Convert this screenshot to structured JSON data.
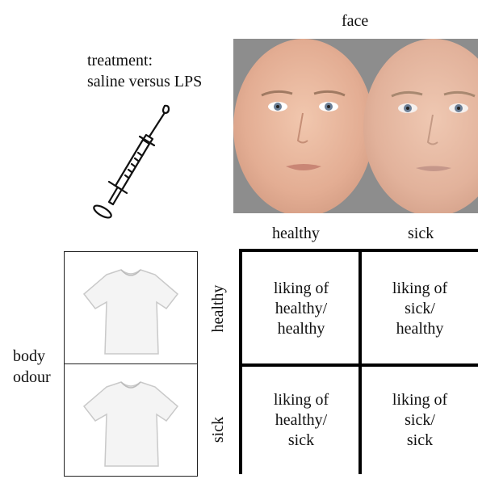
{
  "title_face": "face",
  "treatment_label": "treatment:\nsaline versus LPS",
  "face_conditions": [
    "healthy",
    "sick"
  ],
  "body_odour_label": "body\nodour",
  "odour_conditions": [
    "healthy",
    "sick"
  ],
  "cells": [
    [
      "liking of\nhealthy/\nhealthy",
      "liking of\nsick/\nhealthy"
    ],
    [
      "liking of\nhealthy/\nsick",
      "liking of\nsick/\nsick"
    ]
  ]
}
